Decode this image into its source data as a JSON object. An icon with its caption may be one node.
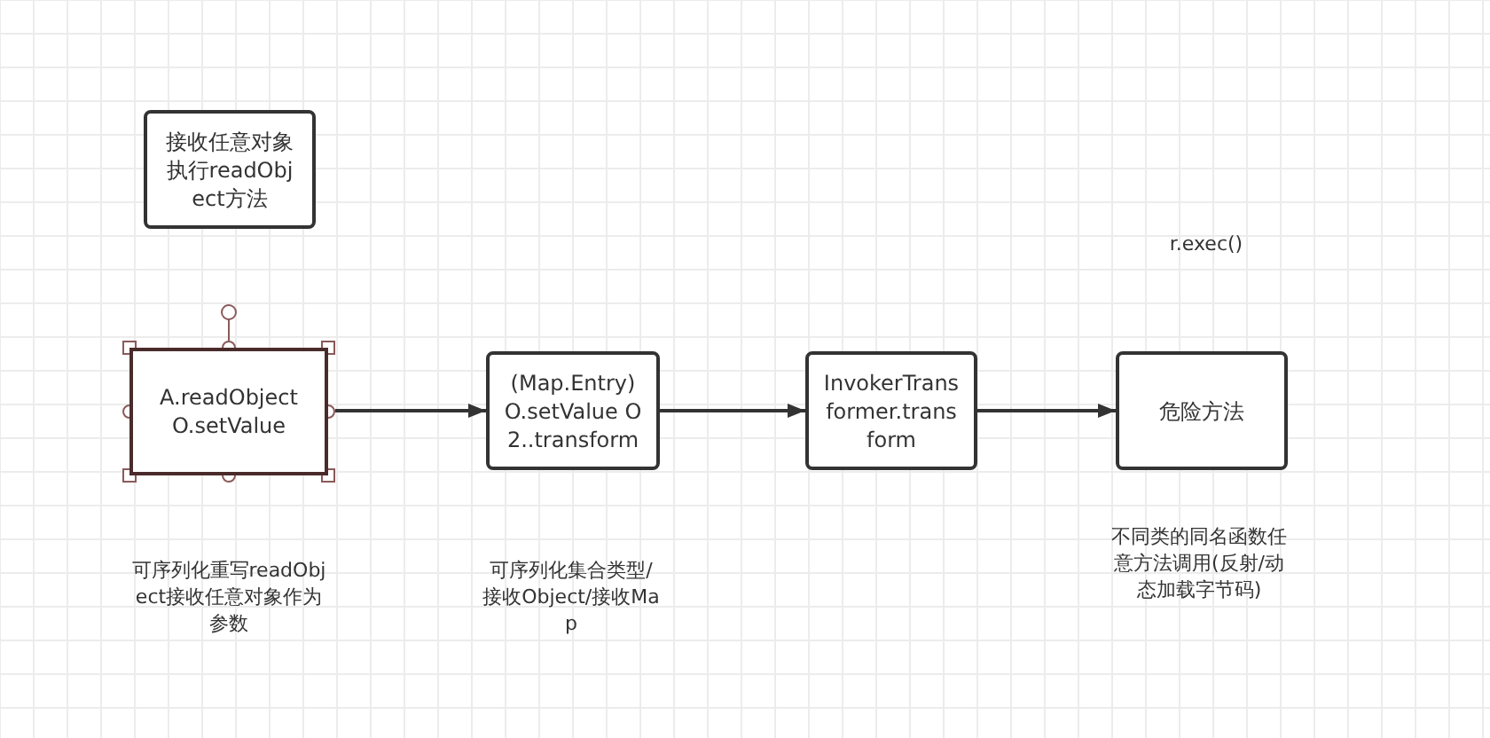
{
  "diagram": {
    "nodes": [
      {
        "text": [
          "接收任意对象执行readObject方法"
        ]
      },
      {
        "text": [
          "A.readObject O.setValue"
        ]
      },
      {
        "text": [
          "(Map.Entry) O.setValue O2..transform"
        ]
      },
      {
        "text": [
          "InvokerTransformer.transform"
        ]
      },
      {
        "text": [
          "危险方法"
        ]
      }
    ],
    "edges": [
      {
        "from": 1,
        "to": 2,
        "arrow": "to"
      },
      {
        "from": 2,
        "to": 3,
        "arrow": "to"
      },
      {
        "from": 3,
        "to": 4,
        "arrow": "to"
      }
    ],
    "labels": [
      "r.exec()",
      "可序列化重写readObject接收任意对象作为参数",
      "可序列化集合类型/接收Object/接收Map",
      "不同类的同名函数任意方法调用(反射/动态加载字节码)"
    ]
  }
}
